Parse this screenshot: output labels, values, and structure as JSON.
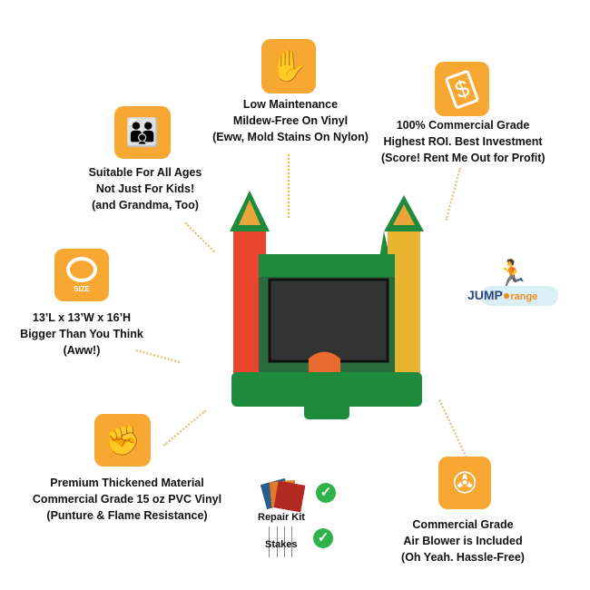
{
  "features": {
    "maintenance": {
      "icon": "hand-icon",
      "lines": [
        "Low Maintenance",
        "Mildew-Free On Vinyl",
        "(Eww, Mold Stains On Nylon)"
      ]
    },
    "commercial": {
      "icon": "money-icon",
      "lines": [
        "100% Commercial Grade",
        "Highest ROI. Best Investment",
        "(Score! Rent Me Out for Profit)"
      ]
    },
    "ages": {
      "icon": "family-icon",
      "lines": [
        "Suitable For All Ages",
        "Not Just For Kids!",
        "(and Grandma, Too)"
      ]
    },
    "size": {
      "icon": "tape-measure-icon",
      "icon_label": "SIZE",
      "lines": [
        "13’L x 13’W x 16’H",
        "Bigger Than You Think",
        "(Aww!)"
      ]
    },
    "material": {
      "icon": "fist-icon",
      "lines": [
        "Premium Thickened Material",
        "Commercial Grade 15 oz  PVC Vinyl",
        "(Punture & Flame Resistance)"
      ]
    },
    "blower": {
      "icon": "fan-icon",
      "lines": [
        "Commercial Grade",
        "Air  Blower is Included",
        "(Oh Yeah. Hassle-Free)"
      ]
    }
  },
  "extras": {
    "repair_kit": "Repair Kit",
    "stakes": "Stakes"
  },
  "logo": {
    "text_a": "JUMP",
    "text_b": "range"
  },
  "colors": {
    "accent": "#F7A833",
    "green": "#1E8A3C",
    "check": "#2DB34A"
  }
}
